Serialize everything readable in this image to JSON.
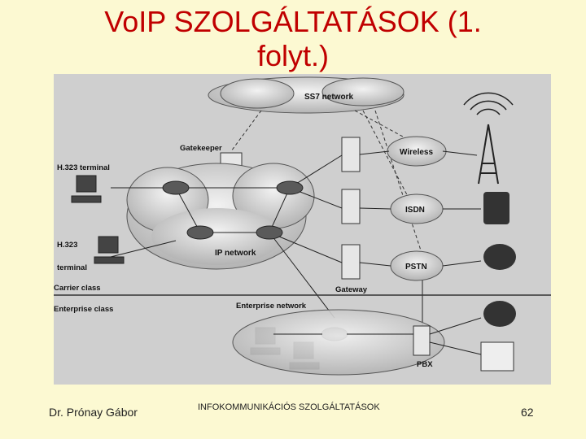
{
  "slide": {
    "title_line1": "VoIP SZOLGÁLTATÁSOK (1.",
    "title_line2": "folyt.)",
    "author": "Dr. Prónay Gábor",
    "course": "INFOKOMMUNIKÁCIÓS SZOLGÁLTATÁSOK",
    "page_number": "62"
  },
  "diagram": {
    "ss7": "SS7 network",
    "gatekeeper": "Gatekeeper",
    "h323_terminal_top": "H.323 terminal",
    "h323_terminal_bottom_1": "H.323",
    "h323_terminal_bottom_2": "terminal",
    "wireless": "Wireless",
    "isdn": "ISDN",
    "pstn": "PSTN",
    "ip_network": "IP network",
    "carrier_class": "Carrier class",
    "enterprise_class": "Enterprise class",
    "gateway": "Gateway",
    "enterprise_network": "Enterprise network",
    "pbx": "PBX"
  },
  "colors": {
    "title": "#c00000",
    "background": "#fcf9d2",
    "figure": "#cfcfcf"
  }
}
